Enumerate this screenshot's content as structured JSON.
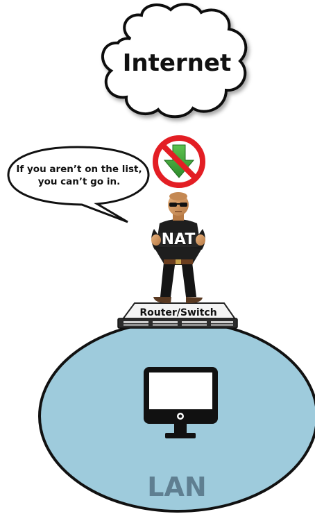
{
  "cloud": {
    "label": "Internet"
  },
  "speech_bubble": {
    "line1": "If you aren’t on the list,",
    "line2": "you can’t go in."
  },
  "blocked_sign": {
    "icon": "no-entry-download-icon"
  },
  "guard": {
    "label": "NAT"
  },
  "router": {
    "label": "Router/Switch"
  },
  "lan": {
    "label": "LAN",
    "device_icon": "monitor-icon"
  },
  "colors": {
    "lan_fill": "#9ecbdc",
    "lan_text": "#5f7f91",
    "prohibition_red": "#e31e24",
    "arrow_green": "#3fa13b"
  }
}
